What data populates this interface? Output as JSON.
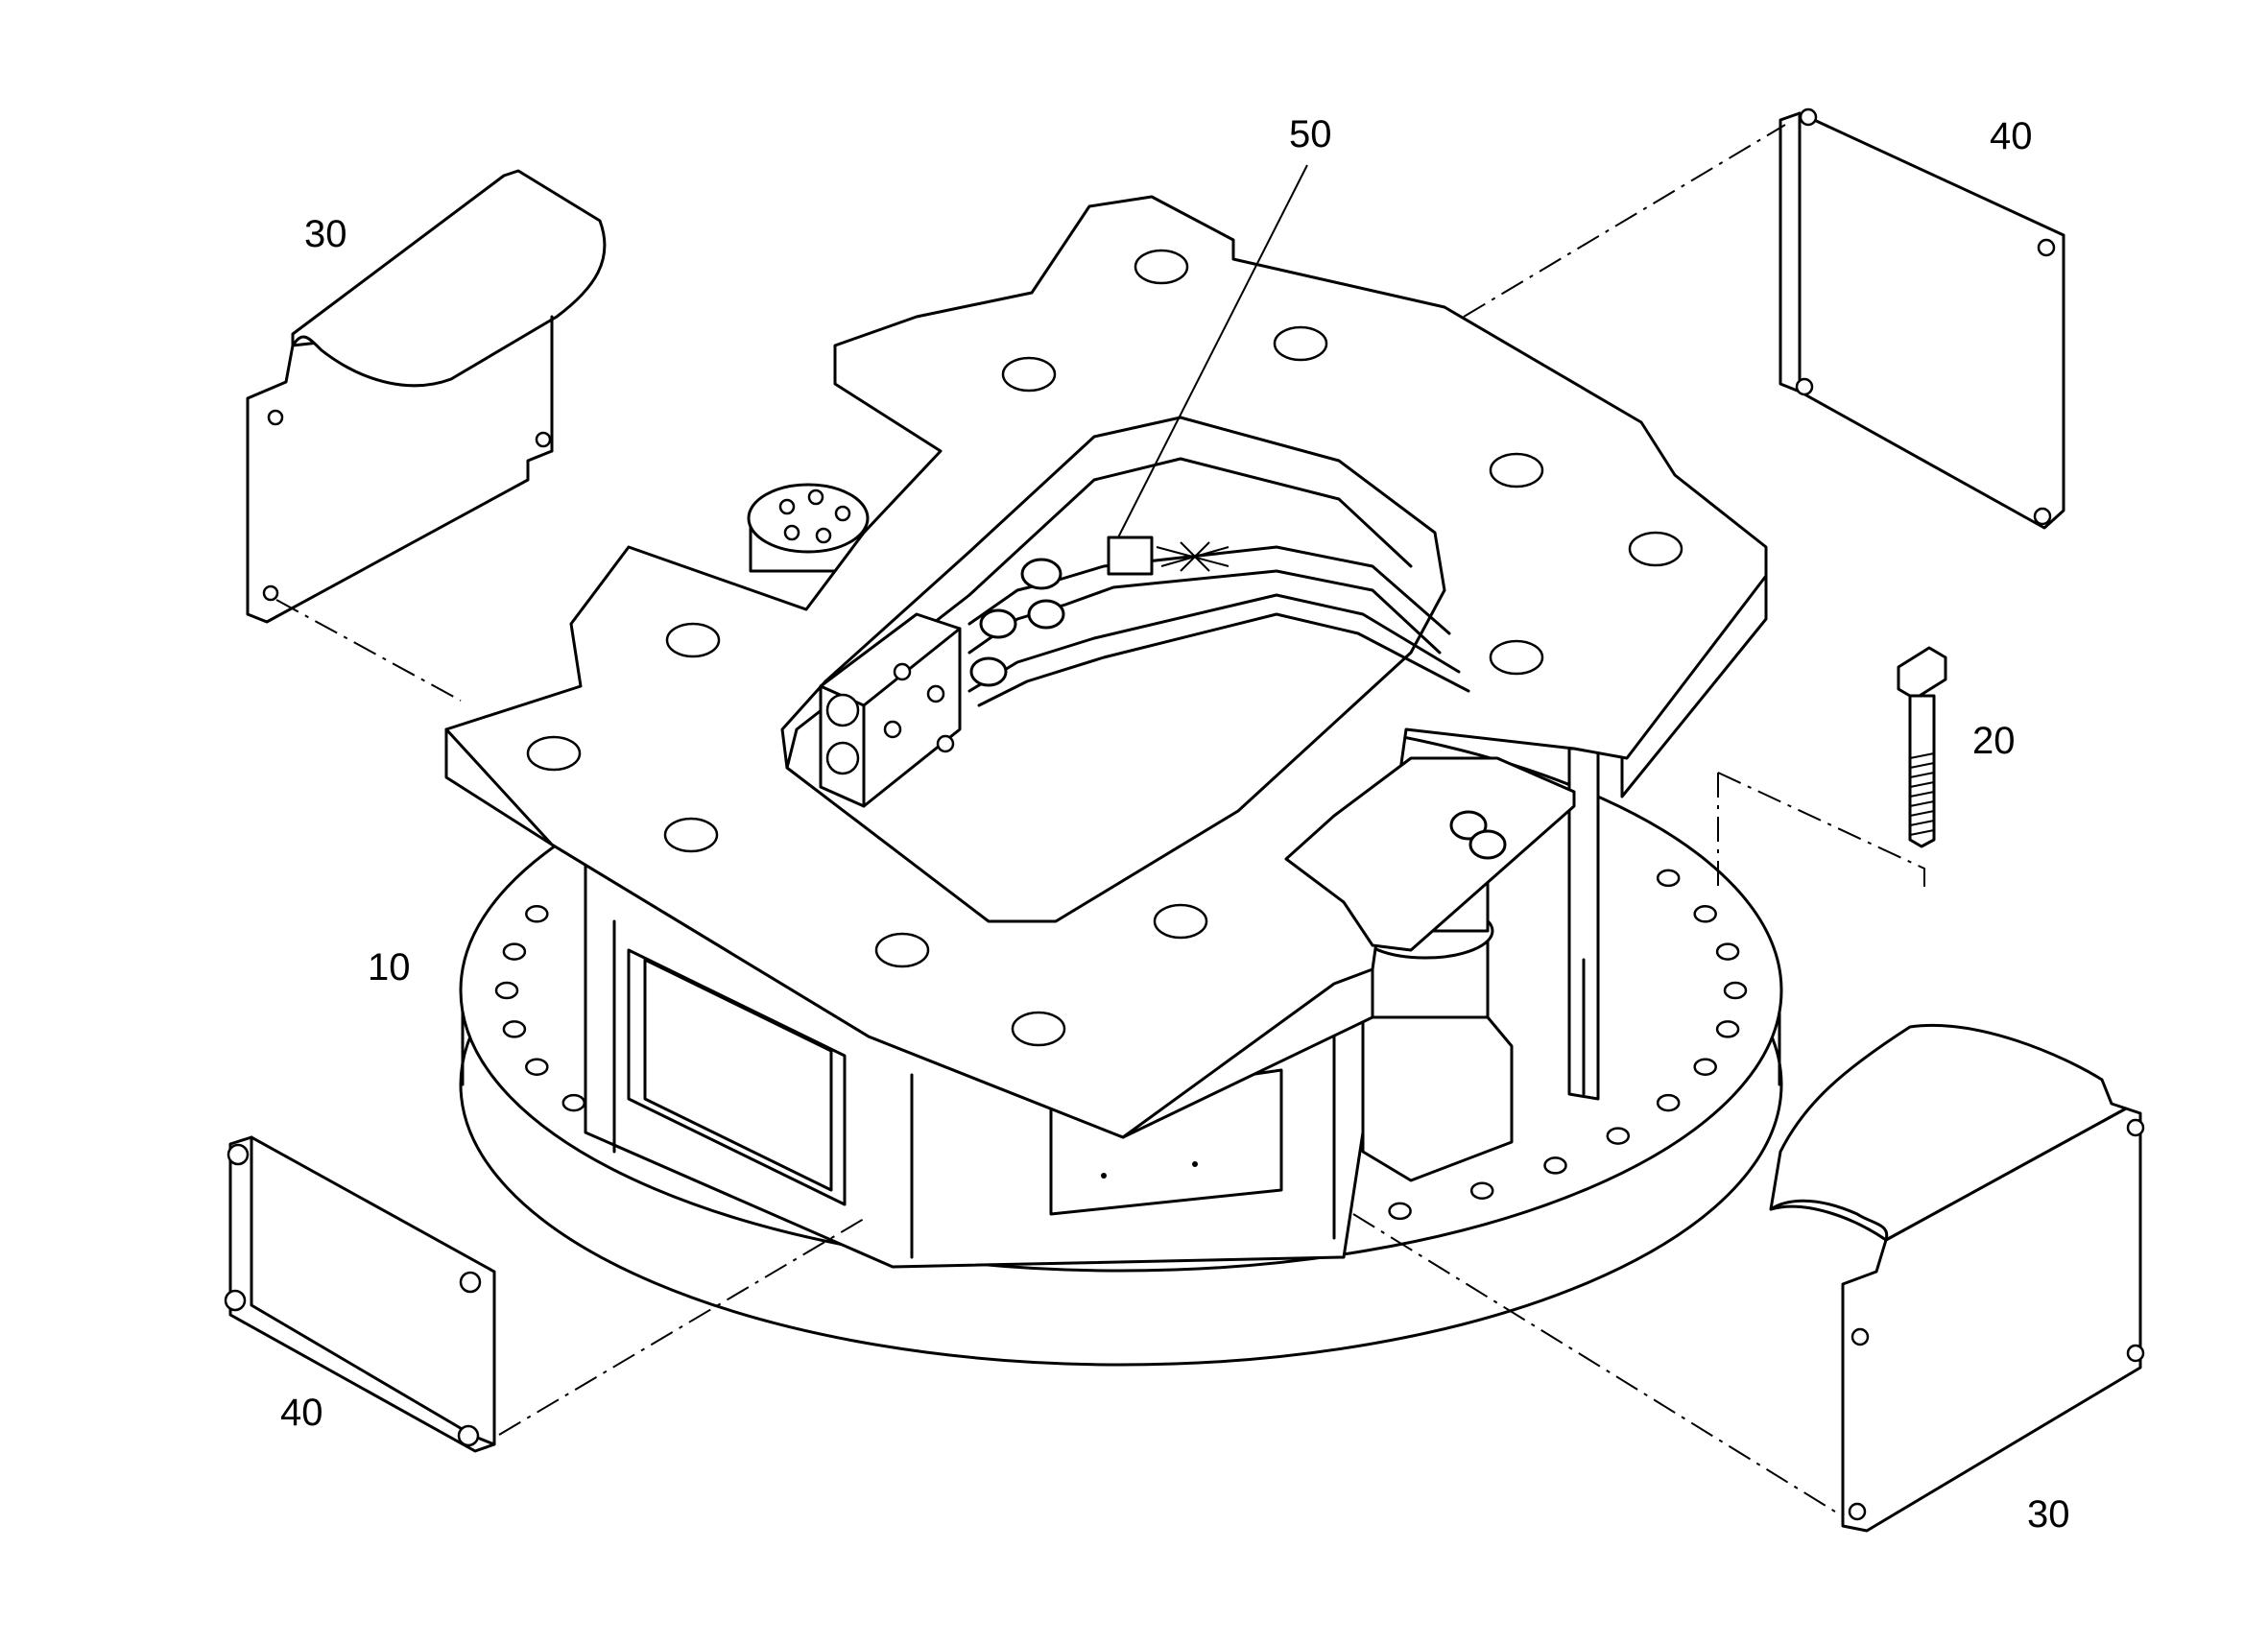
{
  "callouts": [
    {
      "id": "10",
      "text": "10"
    },
    {
      "id": "20",
      "text": "20"
    },
    {
      "id": "30a",
      "text": "30"
    },
    {
      "id": "30b",
      "text": "30"
    },
    {
      "id": "40a",
      "text": "40"
    },
    {
      "id": "40b",
      "text": "40"
    },
    {
      "id": "50",
      "text": "50"
    }
  ],
  "parts": {
    "base_assembly": "10",
    "bolt": "20",
    "side_cover": "30",
    "flat_cover": "40",
    "hose": "50"
  }
}
